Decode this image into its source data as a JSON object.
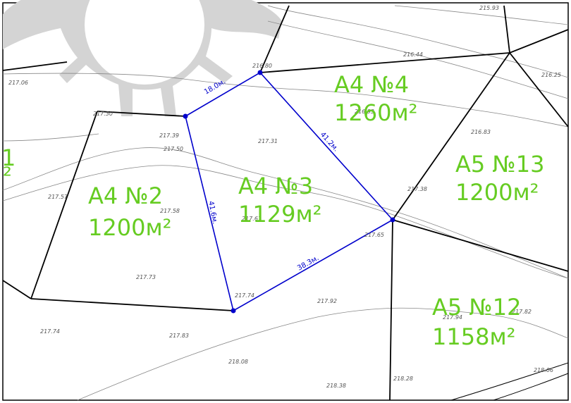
{
  "colors": {
    "boundary": "#000000",
    "highlight_boundary": "#0000cc",
    "plot_label": "#66cc22",
    "contour": "#888888",
    "roundabout": "#d4d4d4",
    "elevation_text": "#555555"
  },
  "plots": {
    "p1": {
      "code": "А4 №4",
      "area": "1260м²"
    },
    "p2": {
      "code": "А4 №3",
      "area": "1129м²"
    },
    "p3": {
      "code": "А4 №2",
      "area": "1200м²"
    },
    "p4": {
      "code": "А5 №13",
      "area": "1200м²"
    },
    "p5": {
      "code": "А5 №12",
      "area": "1158м²"
    },
    "p6": {
      "code": "1",
      "area": "²"
    }
  },
  "dimensions": {
    "d1": "18.0м.",
    "d2": "41.2м.",
    "d3": "41.6м.",
    "d4": "38.3м."
  },
  "elevations": {
    "e1": "215.93",
    "e2": "216.44",
    "e3": "216.25",
    "e4": "216.80",
    "e5": "217.06",
    "e6": "216.93",
    "e7": "217.30",
    "e8": "216.83",
    "e9": "217.39",
    "e10": "217.31",
    "e11": "217.50",
    "e12": "217.38",
    "e13": "217.57",
    "e14": "217.58",
    "e15": "217.61",
    "e16": "217.65",
    "e17": "217.73",
    "e18": "217.74",
    "e19": "217.92",
    "e20": "217.82",
    "e21": "217.94",
    "e22": "217.74",
    "e23": "217.83",
    "e24": "218.08",
    "e25": "218.06",
    "e26": "218.28",
    "e27": "218.38"
  }
}
